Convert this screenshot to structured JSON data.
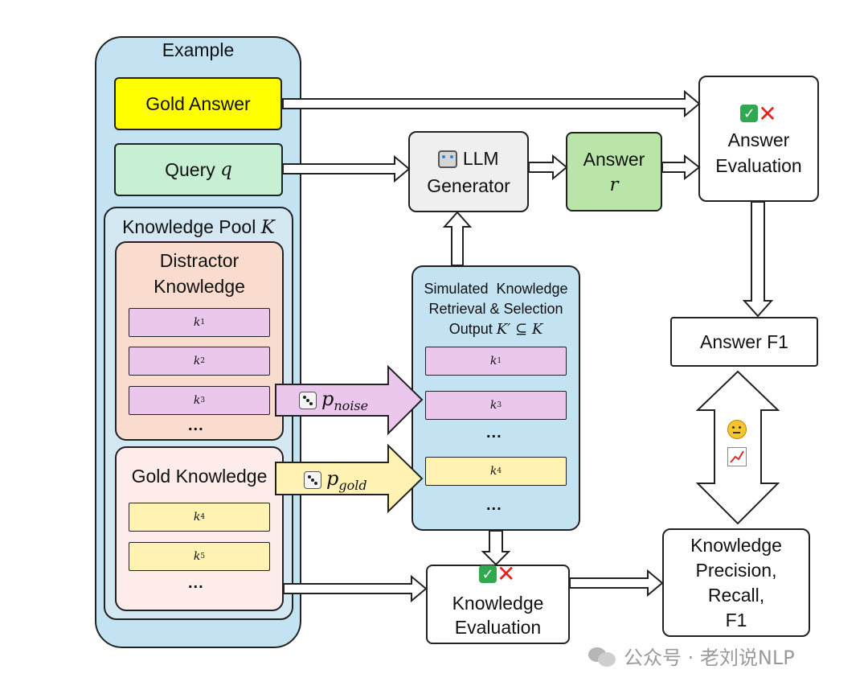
{
  "example": {
    "title": "Example"
  },
  "gold_answer": {
    "label": "Gold Answer"
  },
  "query": {
    "label": "Query",
    "var": "q"
  },
  "knowledge_pool": {
    "label": "Knowledge Pool",
    "var": "K"
  },
  "distractor": {
    "title_line1": "Distractor",
    "title_line2": "Knowledge",
    "items": [
      {
        "sym": "k",
        "sub": "1"
      },
      {
        "sym": "k",
        "sub": "2"
      },
      {
        "sym": "k",
        "sub": "3"
      }
    ],
    "ellipsis": "..."
  },
  "gold_knowledge": {
    "title": "Gold Knowledge",
    "items": [
      {
        "sym": "k",
        "sub": "4"
      },
      {
        "sym": "k",
        "sub": "5"
      }
    ],
    "ellipsis": "..."
  },
  "noise_arrow": {
    "icon": "dice-icon",
    "sym": "p",
    "sub": "noise"
  },
  "gold_arrow": {
    "icon": "dice-icon",
    "sym": "p",
    "sub": "gold"
  },
  "llm": {
    "icon": "robot-icon",
    "line1": "LLM",
    "line2": "Generator"
  },
  "answer": {
    "line1": "Answer",
    "var": "r"
  },
  "answer_eval": {
    "icon": "check-cross-icon",
    "line1": "Answer",
    "line2": "Evaluation"
  },
  "retrieval": {
    "line1": "Simulated  Knowledge",
    "line2": "Retrieval & Selection",
    "line3_prefix": "Output",
    "line3_math": "K′ ⊆ K",
    "items": [
      {
        "sym": "k",
        "sub": "1",
        "color": "purple"
      },
      {
        "sym": "k",
        "sub": "3",
        "color": "purple"
      },
      {
        "sym": "k",
        "sub": "4",
        "color": "yellow"
      }
    ],
    "ellipsis": "..."
  },
  "answer_f1": {
    "label": "Answer F1"
  },
  "knowledge_eval": {
    "icon": "check-cross-icon",
    "line1": "Knowledge",
    "line2": "Evaluation"
  },
  "knowledge_metrics": {
    "line1": "Knowledge",
    "line2": "Precision,",
    "line3": "Recall,",
    "line4": "F1"
  },
  "correlation": {
    "icon1": "thinking-face-icon",
    "icon2": "chart-increasing-icon"
  },
  "watermark": {
    "text": "公众号 · 老刘说NLP"
  },
  "colors": {
    "example_bg": "#c3e3f3",
    "gold_answer_bg": "#ffff00",
    "query_bg": "#c6efd3",
    "pool_bg": "#d4e8f4",
    "distractor_bg": "#f9dccd",
    "gold_knowledge_bg": "#fdecea",
    "llm_bg": "#efefef",
    "answer_bg": "#b9e6a8",
    "retrieval_bg": "#c3e3f3",
    "purple_bar": "#ebc7ee",
    "yellow_bar": "#fff2b3"
  }
}
